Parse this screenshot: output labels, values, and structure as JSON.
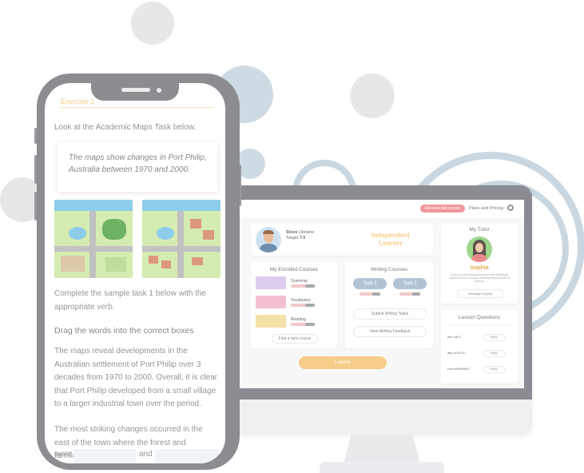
{
  "colors": {
    "circle_grey": "#e2e2e2",
    "circle_blue": "#c9d6e0",
    "ring_blue": "#b7c9d6",
    "phone_body": "#7b7e82",
    "accent_yellow": "#f6c77a",
    "accent_pink": "#f08a8a",
    "tutor_green": "#8fd27b",
    "task_blue": "#a9bbd0"
  },
  "phone": {
    "exercise_label": "Exercise 3",
    "instruction": "Look at the Academic Maps Task below.",
    "task_prompt": "The maps show changes in Port Philip, Australia between 1970 and 2000.",
    "complete_text": "Complete the sample task 1 below with the appropriate verb.",
    "drag_title": "Drag the words into the correct boxes",
    "paragraph1": "The maps reveal developments in the Australian settlement of Port Philip over 3 decades from 1970 to 2000. Overall, it is clear that Port Philip developed from a small village to a larger industrial town over the period.",
    "paragraph2_start": "The most striking changes occurred in the east of the town where the forest and farmland",
    "paragraph2_end_a": "were",
    "paragraph2_end_b": "and"
  },
  "desktop": {
    "header": {
      "resume_button": "Resume last course",
      "plans_link": "Plans and Pricing",
      "settings_icon": "gear-icon"
    },
    "profile": {
      "name": "Steve",
      "country": "Ukraine",
      "target_label": "Target",
      "target_value": "7.5",
      "badge_line1": "Independent",
      "badge_line2": "Learner"
    },
    "enrolled": {
      "title": "My Enrolled Courses",
      "courses": [
        {
          "name": "Grammar",
          "progress": 0.6
        },
        {
          "name": "Vocabulary",
          "progress": 0.6
        },
        {
          "name": "Reading",
          "progress": 0.6
        }
      ],
      "find_button": "Find a new course"
    },
    "writing": {
      "title": "Writing Courses",
      "task1": "Task 1",
      "task2": "Task 2",
      "submit_button": "Submit Writing Tasks",
      "feedback_button": "View Writing Feedback"
    },
    "cta_button": "Launch",
    "tutor": {
      "title": "My Tutor",
      "name": "Sophia",
      "bio": "Sophia is a fast-developing learner from delightfully aligned school curriculums secondly develop tutors to develop",
      "message_button": "Message Sophia"
    },
    "lessons": {
      "title": "Lesson Questions",
      "rows": [
        {
          "q": "Who will I?",
          "btn": "Reply"
        },
        {
          "q": "Why is IELTS?",
          "btn": "Reply"
        },
        {
          "q": "How BANDRAM?",
          "btn": "Reply"
        }
      ]
    }
  }
}
